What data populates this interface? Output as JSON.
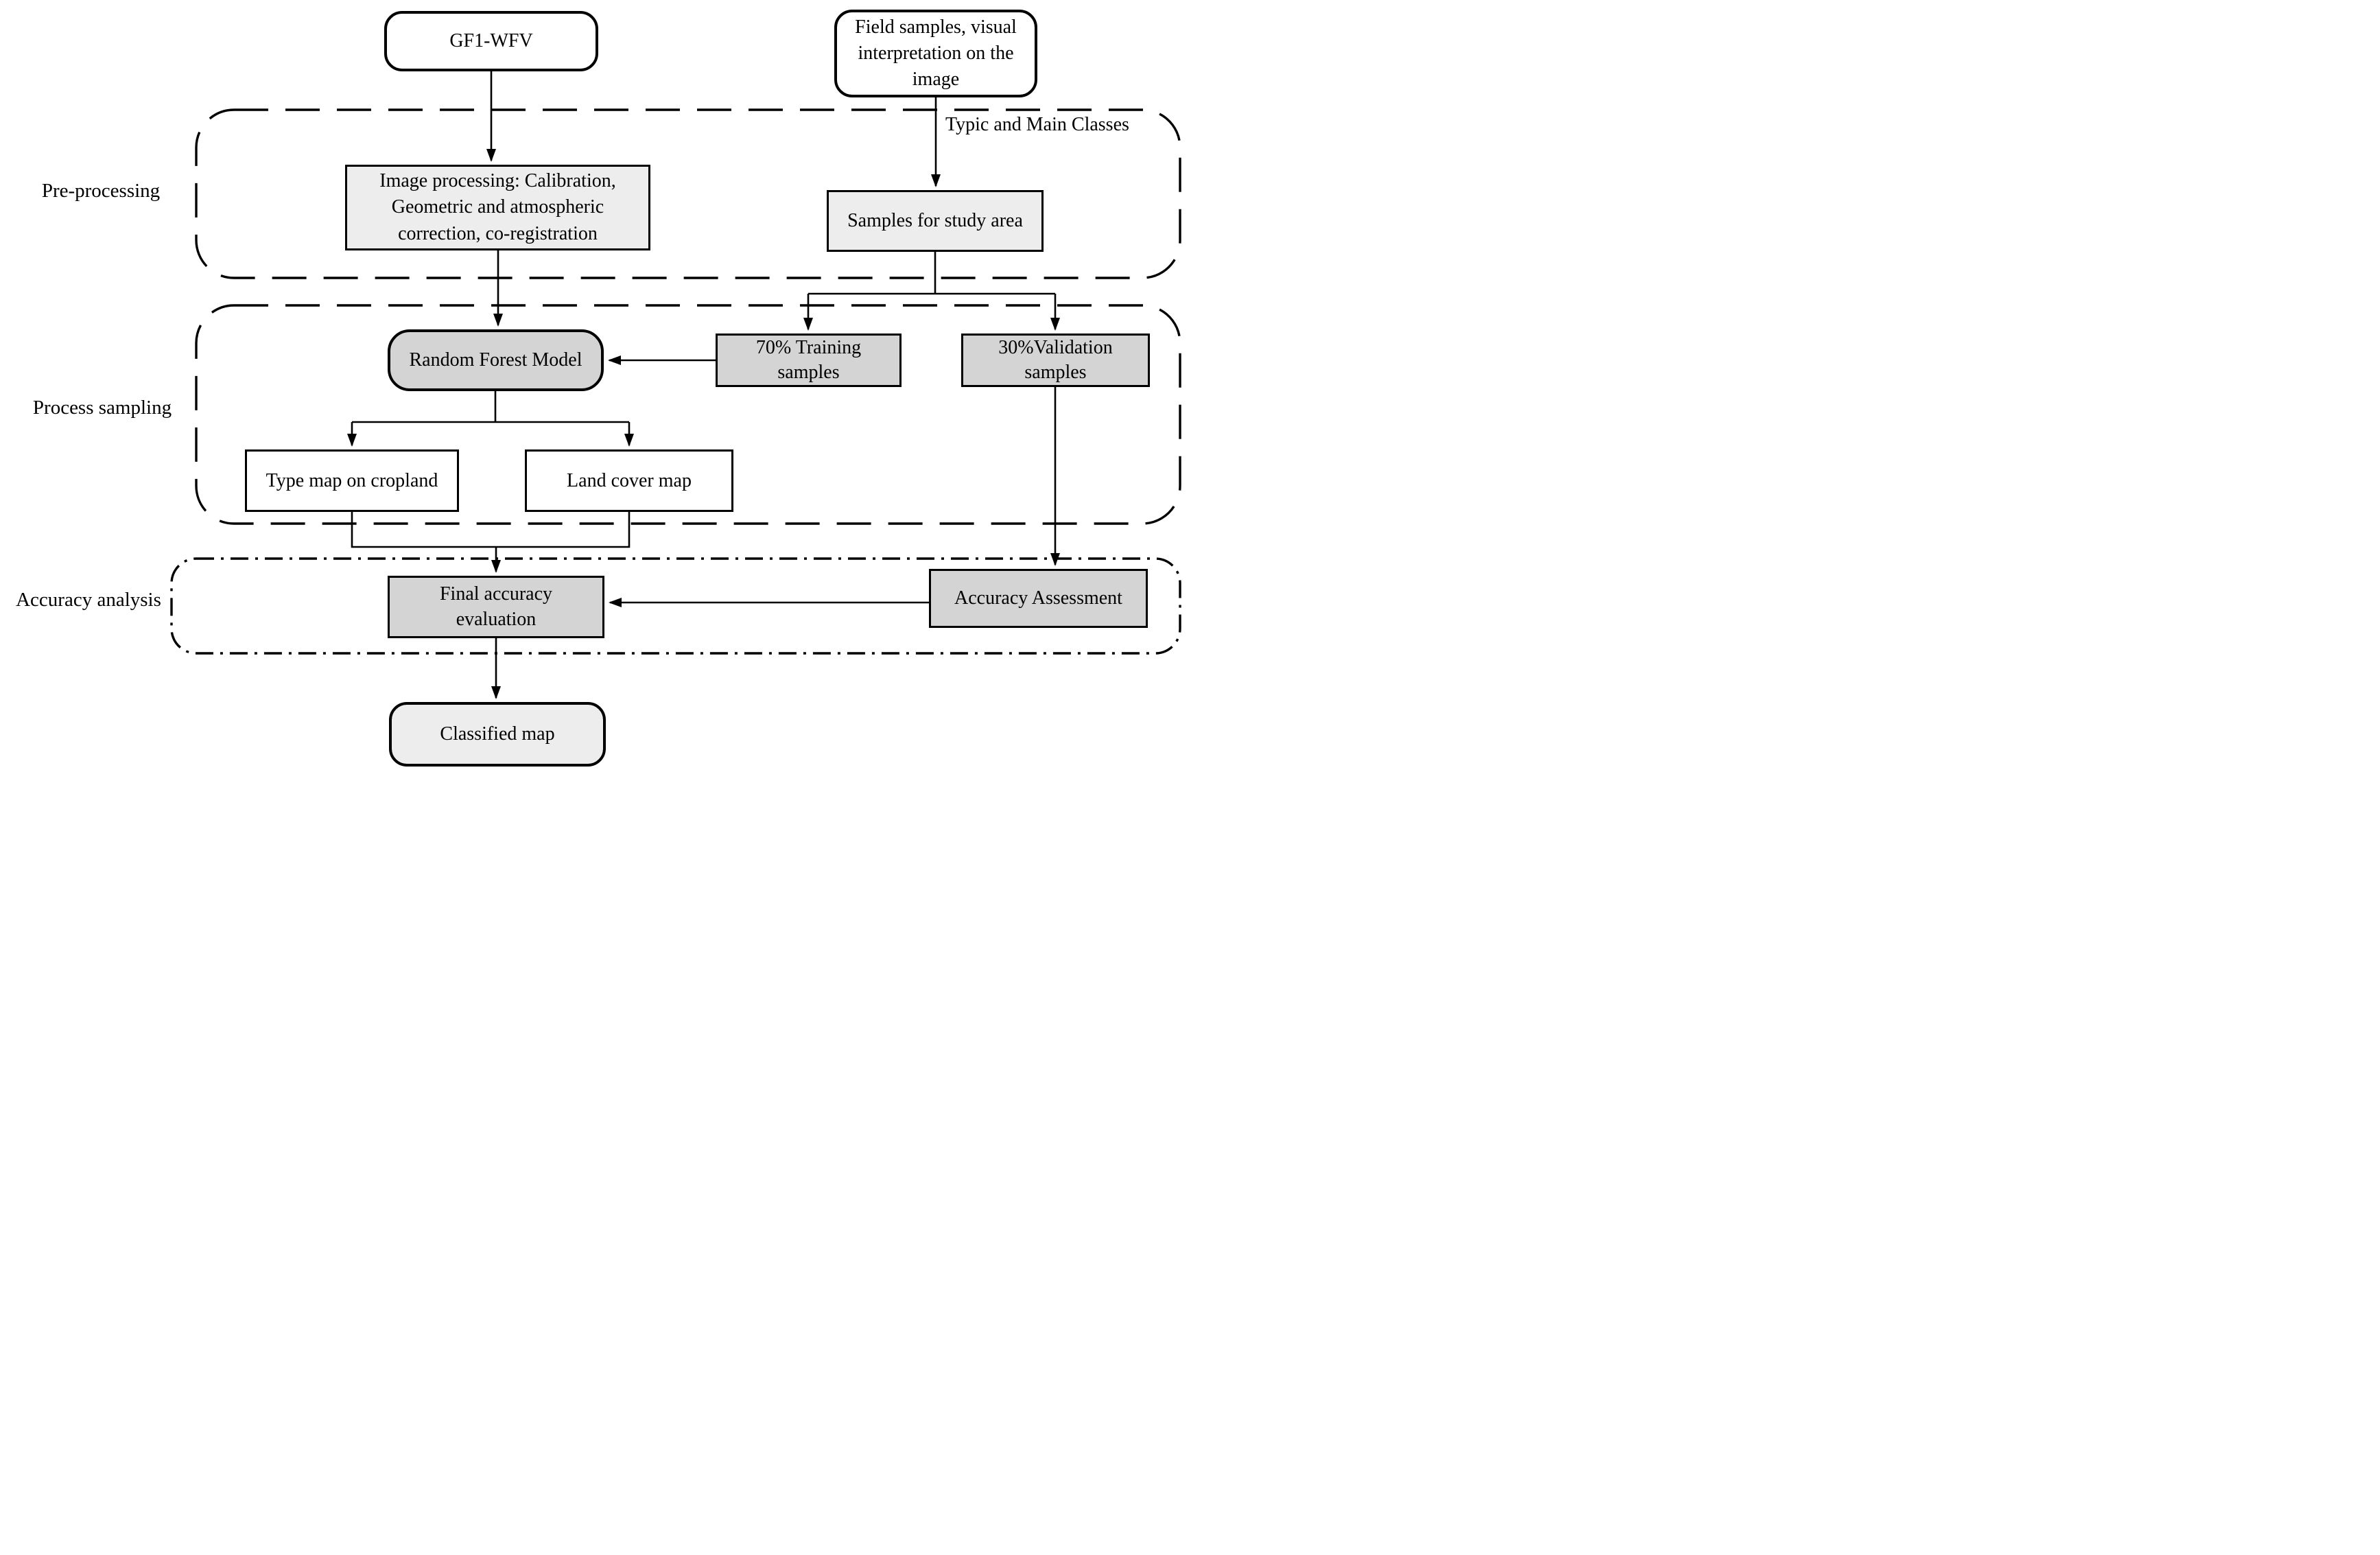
{
  "figure": {
    "background": "#ffffff",
    "stroke_color": "#000000",
    "light_fill": "#ededed",
    "mid_fill": "#d4d4d4",
    "white_fill": "#ffffff"
  },
  "sections": {
    "pre": {
      "label": "Pre-processing"
    },
    "sampling": {
      "label": "Process sampling"
    },
    "accuracy": {
      "label": "Accuracy analysis"
    }
  },
  "annotations": {
    "typic_classes": "Typic and Main Classes"
  },
  "nodes": {
    "gf1": {
      "label": "GF1-WFV"
    },
    "field_samples": {
      "label": "Field samples, visual\ninterpretation on the\nimage"
    },
    "image_processing": {
      "label": "Image processing: Calibration,\nGeometric and atmospheric\ncorrection, co-registration"
    },
    "samples_study_area": {
      "label": "Samples for study area"
    },
    "random_forest": {
      "label": "Random Forest Model"
    },
    "training_samples": {
      "label": "70% Training\nsamples"
    },
    "validation_samples": {
      "label": "30%Validation\nsamples"
    },
    "type_map": {
      "label": "Type map on cropland"
    },
    "land_cover_map": {
      "label": "Land cover map"
    },
    "final_accuracy": {
      "label": "Final accuracy\nevaluation"
    },
    "accuracy_assessment": {
      "label": "Accuracy Assessment"
    },
    "classified_map": {
      "label": "Classified map"
    }
  }
}
